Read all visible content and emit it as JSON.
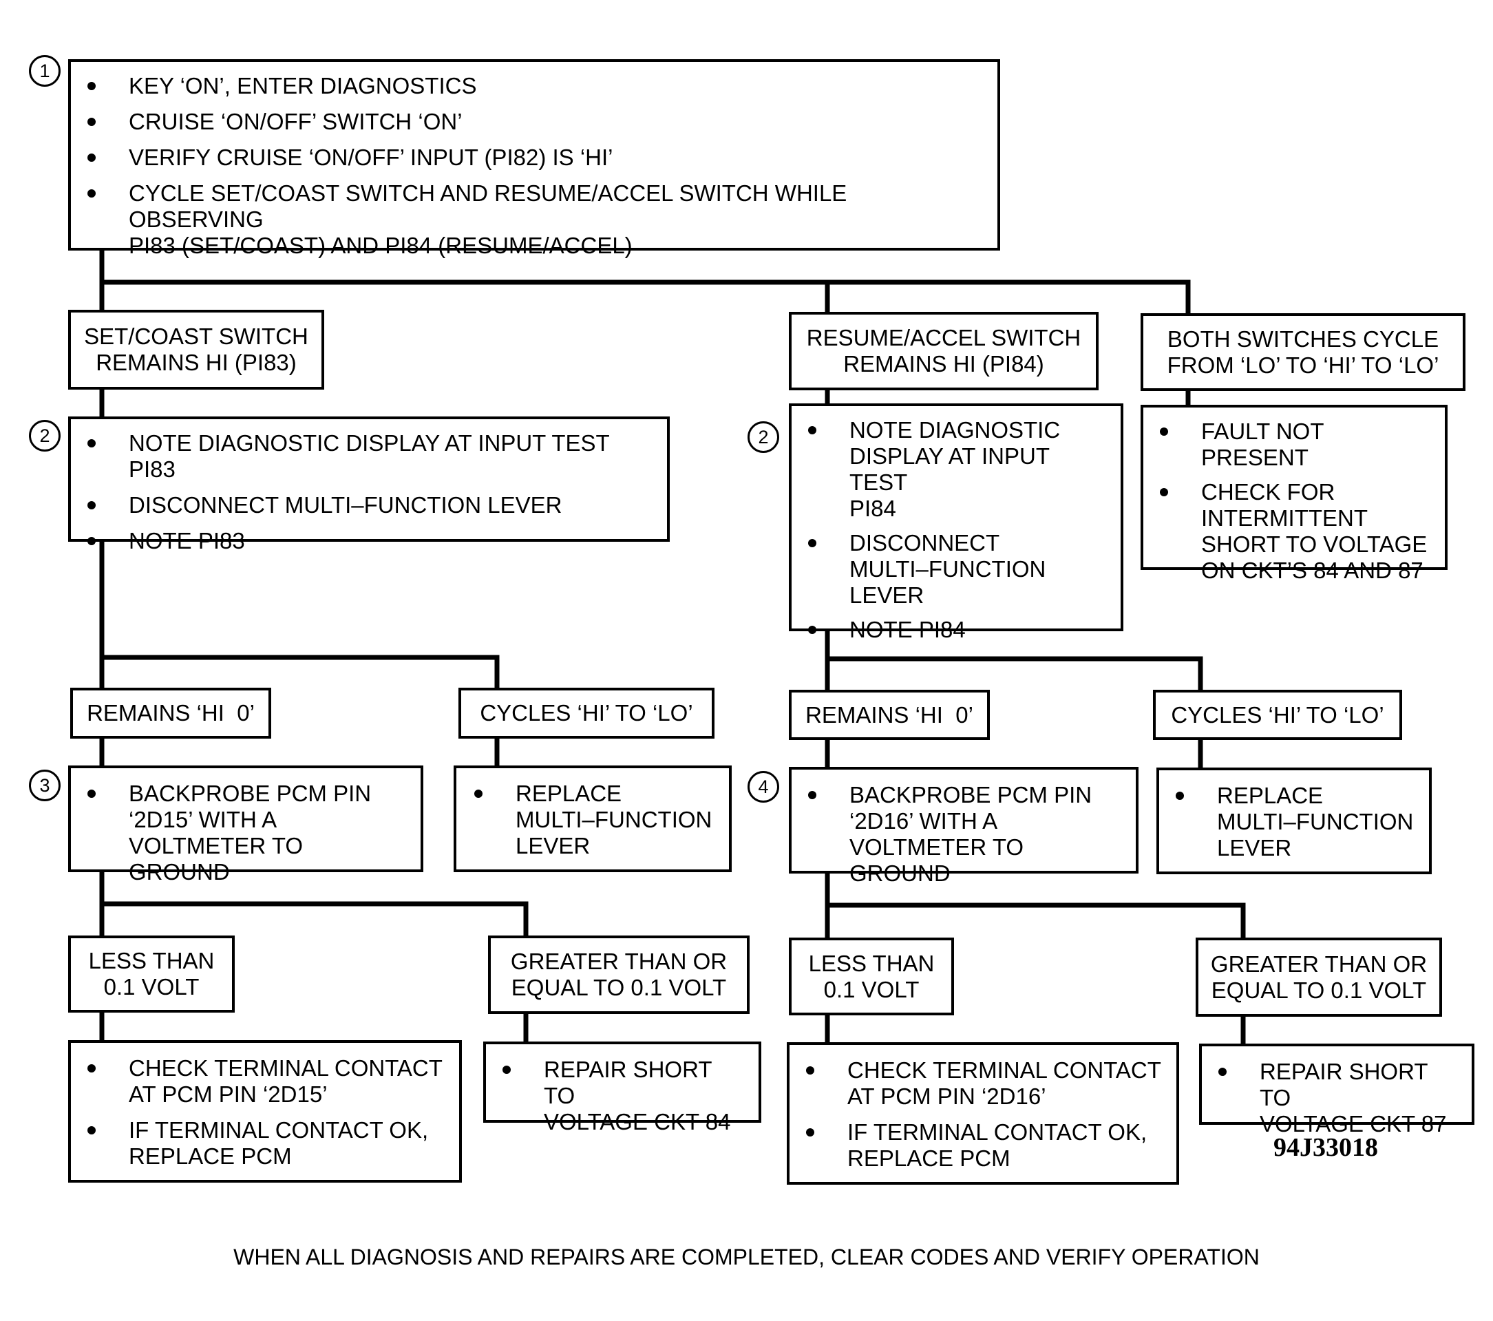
{
  "step_markers": [
    "1",
    "2",
    "2",
    "3",
    "4"
  ],
  "box_start": {
    "items": [
      "KEY ‘ON’, ENTER DIAGNOSTICS",
      "CRUISE ‘ON/OFF’ SWITCH ‘ON’",
      "VERIFY CRUISE ‘ON/OFF’ INPUT (PI82) IS ‘HI’",
      "CYCLE SET/COAST SWITCH AND RESUME/ACCEL SWITCH WHILE OBSERVING\nPI83 (SET/COAST) AND PI84 (RESUME/ACCEL)"
    ]
  },
  "left_branch": {
    "condition": [
      "SET/COAST SWITCH",
      "REMAINS HI (PI83)"
    ],
    "step2_items": [
      "NOTE DIAGNOSTIC DISPLAY AT INPUT TEST PI83",
      "DISCONNECT MULTI–FUNCTION LEVER",
      "NOTE PI83"
    ],
    "remains": "REMAINS ‘HI  0’",
    "cycles": "CYCLES ‘HI’ TO ‘LO’",
    "step3_items": [
      "BACKPROBE PCM PIN\n‘2D15’ WITH A\nVOLTMETER TO GROUND"
    ],
    "replace_items": [
      "REPLACE\nMULTI–FUNCTION\nLEVER"
    ],
    "less_than": [
      "LESS THAN",
      "0.1 VOLT"
    ],
    "greater_than": [
      "GREATER THAN OR",
      "EQUAL TO 0.1 VOLT"
    ],
    "check_items": [
      "CHECK TERMINAL CONTACT\nAT PCM PIN ‘2D15’",
      "IF TERMINAL CONTACT OK,\nREPLACE PCM"
    ],
    "repair_items": [
      "REPAIR SHORT TO\nVOLTAGE CKT 84"
    ]
  },
  "right_branch": {
    "condition": [
      "RESUME/ACCEL SWITCH",
      "REMAINS HI (PI84)"
    ],
    "step2_items": [
      "NOTE DIAGNOSTIC\nDISPLAY AT INPUT TEST\nPI84",
      "DISCONNECT\nMULTI–FUNCTION\nLEVER",
      "NOTE  PI84"
    ],
    "remains": "REMAINS ‘HI  0’",
    "cycles": "CYCLES ‘HI’ TO ‘LO’",
    "step4_items": [
      "BACKPROBE PCM PIN\n‘2D16’ WITH A\nVOLTMETER TO GROUND"
    ],
    "replace_items": [
      "REPLACE\nMULTI–FUNCTION\nLEVER"
    ],
    "less_than": [
      "LESS THAN",
      "0.1 VOLT"
    ],
    "greater_than": [
      "GREATER THAN OR",
      "EQUAL TO 0.1 VOLT"
    ],
    "check_items": [
      "CHECK TERMINAL CONTACT\nAT PCM PIN ‘2D16’",
      "IF TERMINAL CONTACT OK,\nREPLACE PCM"
    ],
    "repair_items": [
      "REPAIR SHORT TO\nVOLTAGE CKT 87"
    ]
  },
  "both_branch": {
    "condition": [
      "BOTH SWITCHES CYCLE",
      "FROM ‘LO’ TO ‘HI’ TO ‘LO’"
    ],
    "items": [
      "FAULT NOT PRESENT",
      "CHECK FOR\nINTERMITTENT\nSHORT TO VOLTAGE\nON CKT’S 84 AND 87"
    ]
  },
  "figure_code": "94J33018",
  "footer_note": "WHEN ALL DIAGNOSIS AND REPAIRS ARE COMPLETED, CLEAR CODES AND VERIFY OPERATION"
}
